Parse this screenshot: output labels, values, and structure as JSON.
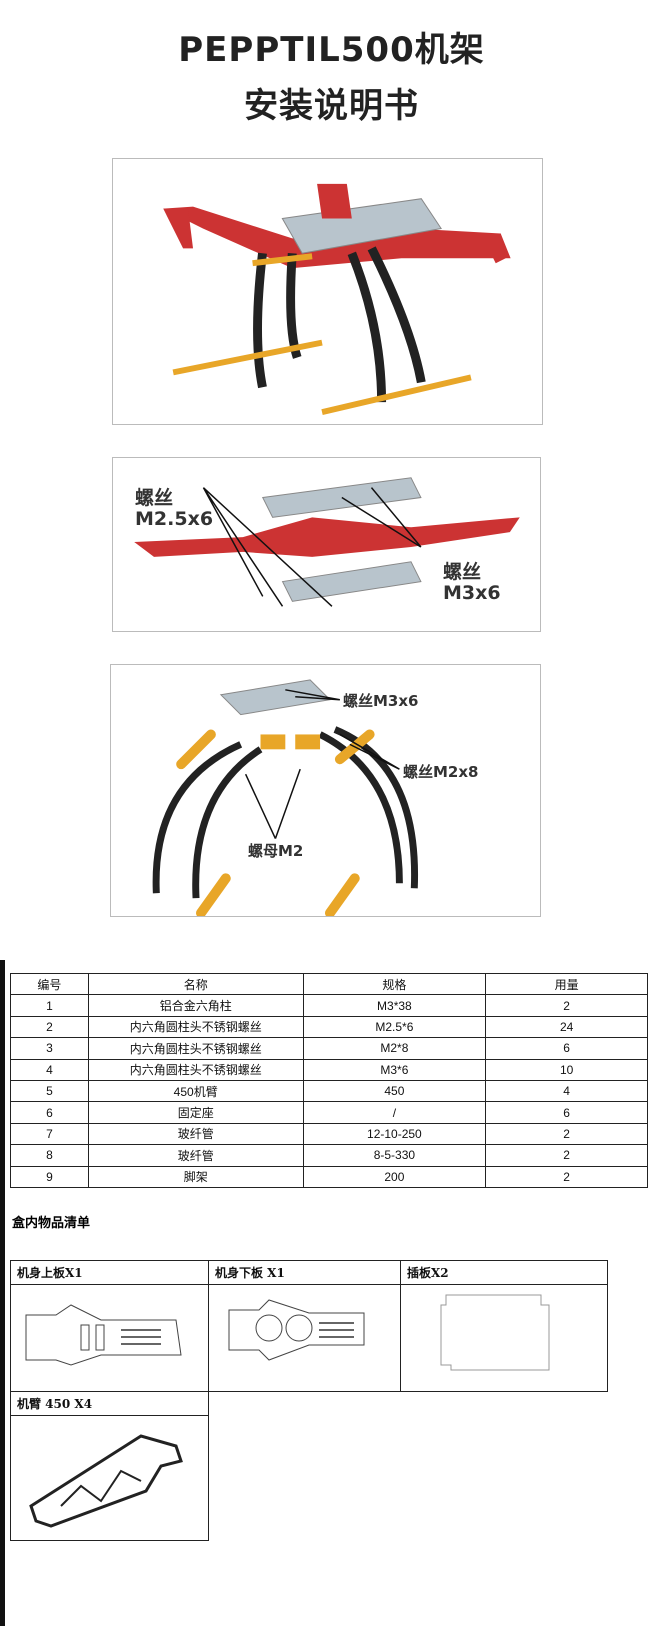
{
  "title": {
    "line1": "PEPPTIL500机架",
    "line2": "安装说明书"
  },
  "diagram2": {
    "label_left_1": "螺丝",
    "label_left_2": "M2.5x6",
    "label_right_1": "螺丝",
    "label_right_2": "M3x6"
  },
  "diagram3": {
    "label_top": "螺丝M3x6",
    "label_right": "螺丝M2x8",
    "label_bottom": "螺母M2"
  },
  "spec_table": {
    "headers": [
      "编号",
      "名称",
      "规格",
      "用量"
    ],
    "rows": [
      [
        "1",
        "铝合金六角柱",
        "M3*38",
        "2"
      ],
      [
        "2",
        "内六角圆柱头不锈钢螺丝",
        "M2.5*6",
        "24"
      ],
      [
        "3",
        "内六角圆柱头不锈钢螺丝",
        "M2*8",
        "6"
      ],
      [
        "4",
        "内六角圆柱头不锈钢螺丝",
        "M3*6",
        "10"
      ],
      [
        "5",
        "450机臂",
        "450",
        "4"
      ],
      [
        "6",
        "固定座",
        "/",
        "6"
      ],
      [
        "7",
        "玻纤管",
        "12-10-250",
        "2"
      ],
      [
        "8",
        "玻纤管",
        "8-5-330",
        "2"
      ],
      [
        "9",
        "脚架",
        "200",
        "2"
      ]
    ]
  },
  "box_contents": {
    "heading": "盒内物品清单",
    "items": [
      "机身上板X1",
      "机身下板  X1",
      "插板X2",
      "机臂  450 X4"
    ]
  }
}
